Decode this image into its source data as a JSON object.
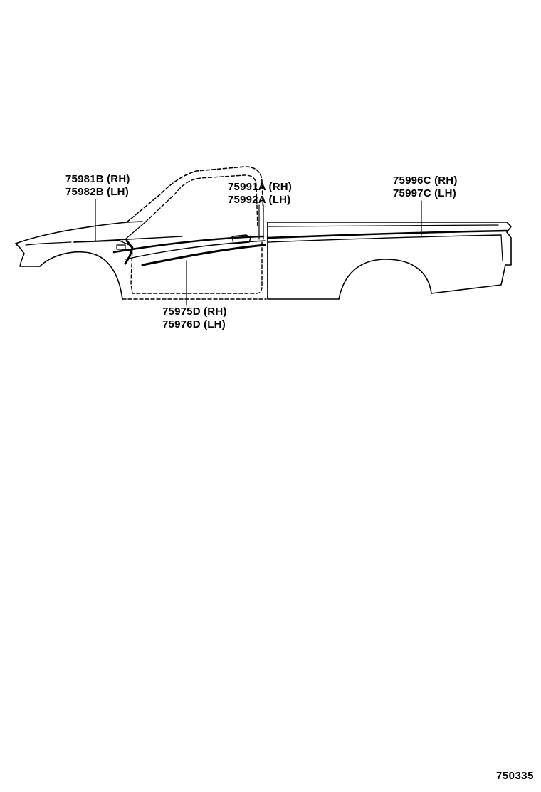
{
  "callouts": [
    {
      "id": "75981",
      "lines": [
        "75981B (RH)",
        "75982B (LH)"
      ]
    },
    {
      "id": "75991",
      "lines": [
        "75991A (RH)",
        "75992A (LH)"
      ]
    },
    {
      "id": "75996",
      "lines": [
        "75996C (RH)",
        "75997C (LH)"
      ]
    },
    {
      "id": "75975",
      "lines": [
        "75975D (RH)",
        "75976D (LH)"
      ]
    }
  ],
  "diagram_number": "750335",
  "colors": {
    "line": "#000000",
    "background": "#ffffff"
  }
}
